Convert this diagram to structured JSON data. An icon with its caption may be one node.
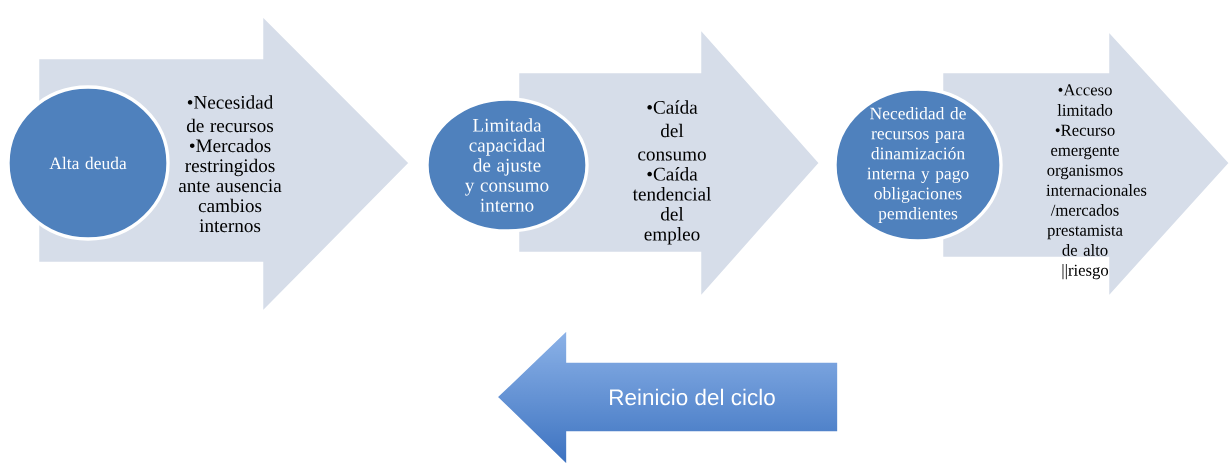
{
  "diagram": {
    "nodes": [
      {
        "text": [
          "•Necesidad de recursos",
          "•Mercados restringidos ante ausencia cambios internos"
        ]
      },
      {
        "text": [
          "Alta deuda"
        ]
      },
      {
        "text": [
          "•Caída del consumo",
          "•Caída tendencial del empleo"
        ]
      },
      {
        "text": [
          "Limitada capacidad de ajuste y consumo interno"
        ]
      },
      {
        "text": [
          "•Acceso limitado",
          "•Recurso emergente organismos internacionales /mercados prestamista de alto ||riesgo"
        ]
      },
      {
        "text": [
          "Necedidad de recursos para dinamización interna y pago obligaciones pemdientes"
        ]
      },
      {
        "text": [
          "Reinicio del ciclo"
        ]
      }
    ]
  }
}
